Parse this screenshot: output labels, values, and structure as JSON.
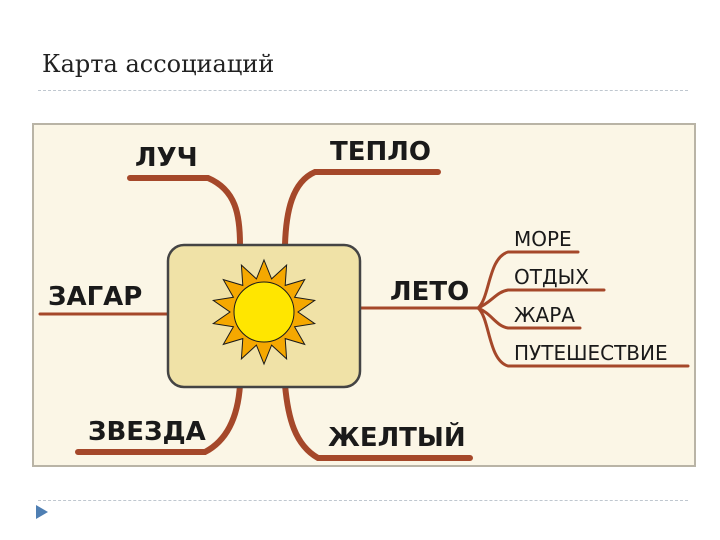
{
  "slide": {
    "title": "Карта ассоциаций"
  },
  "mindmap": {
    "center_icon": "sun-icon",
    "branches": [
      {
        "key": "luch",
        "label": "ЛУЧ"
      },
      {
        "key": "teplo",
        "label": "ТЕПЛО"
      },
      {
        "key": "zagar",
        "label": "ЗАГАР"
      },
      {
        "key": "leto",
        "label": "ЛЕТО"
      },
      {
        "key": "zvezda",
        "label": "ЗВЕЗДА"
      },
      {
        "key": "zheltyi",
        "label": "ЖЕЛТЫЙ"
      }
    ],
    "subbranches": [
      "МОРЕ",
      "ОТДЫХ",
      "ЖАРА",
      "ПУТЕШЕСТВИЕ"
    ]
  },
  "colors": {
    "branch": "#a5482a",
    "center_box": "#f0e2a7",
    "sun_rays": "#f5a800",
    "sun_core": "#ffe600"
  }
}
